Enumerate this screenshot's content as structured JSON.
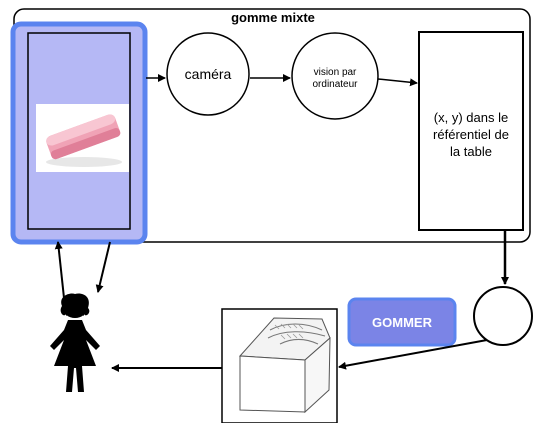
{
  "diagram": {
    "title": "gomme mixte",
    "camera_label": "caméra",
    "vision_label_line1": "vision par",
    "vision_label_line2": "ordinateur",
    "coords_line1": "(x, y) dans le",
    "coords_line2": "référentiel de",
    "coords_line3": "la table",
    "action_button_label": "GOMMER",
    "colors": {
      "accent_blue": "#5b84ef",
      "panel_fill": "#b5b8f5",
      "button_fill": "#7b84e6",
      "eraser_pink": "#f0a3b6",
      "ink": "#000000"
    }
  }
}
